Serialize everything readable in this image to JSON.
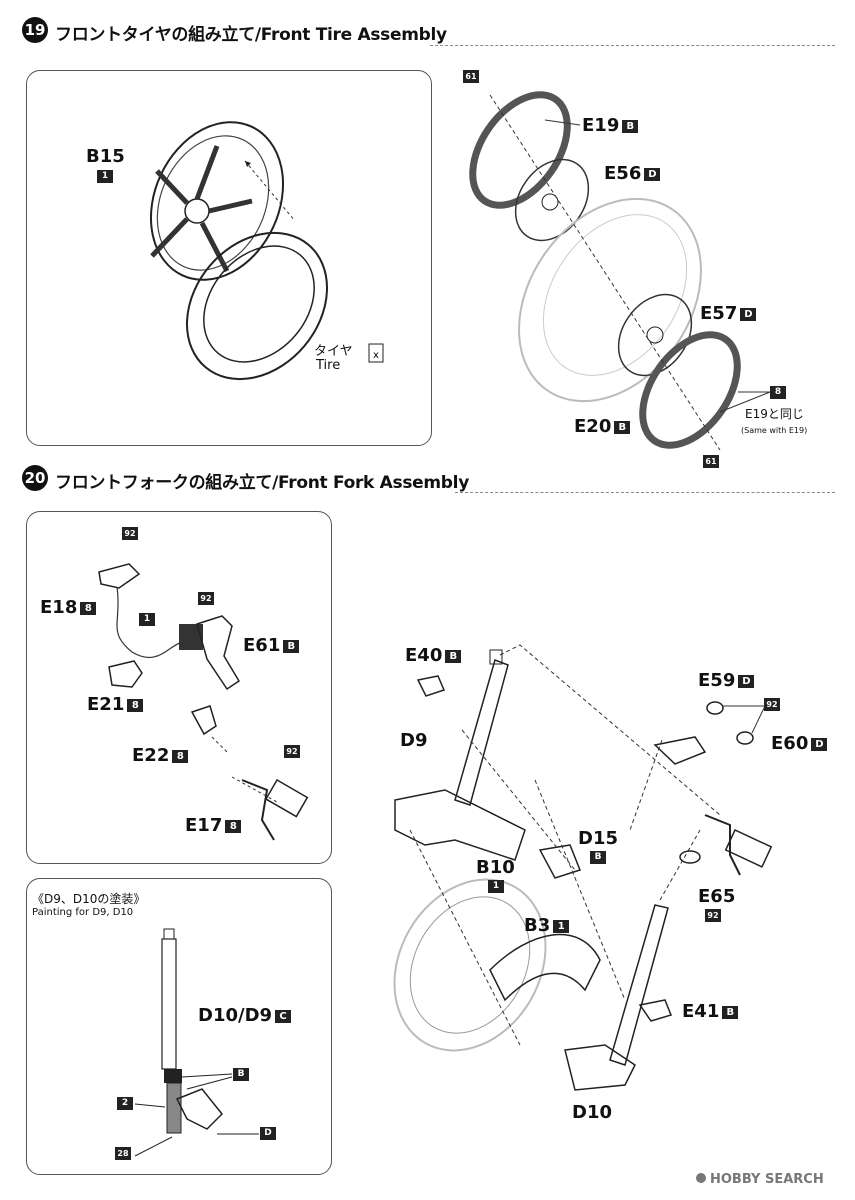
{
  "step19": {
    "number": "19",
    "title": "フロントタイヤの組み立て/Front Tire Assembly"
  },
  "step20": {
    "number": "20",
    "title": "フロントフォークの組み立て/Front Fork Assembly"
  },
  "tire_panel": {
    "b15": "B15",
    "b15_color": "1",
    "tire_jp": "タイヤ",
    "tire_en": "Tire"
  },
  "disc_area": {
    "c61_top": "61",
    "e19": "E19",
    "e19_color": "B",
    "e56": "E56",
    "e56_color": "D",
    "e57": "E57",
    "e57_color": "D",
    "e20": "E20",
    "e20_color": "B",
    "c8": "8",
    "same_jp": "E19と同じ",
    "same_en": "(Same with E19)",
    "c61_bottom": "61"
  },
  "controls_panel": {
    "c92_a": "92",
    "e18": "E18",
    "e18_color": "8",
    "c1": "1",
    "c92_b": "92",
    "e61": "E61",
    "e61_color": "B",
    "e21": "E21",
    "e21_color": "8",
    "e22": "E22",
    "e22_color": "8",
    "c92_c": "92",
    "e17": "E17",
    "e17_color": "8"
  },
  "painting_panel": {
    "title_jp": "《D9、D10の塗装》",
    "title_en": "Painting for D9, D10",
    "part": "D10/D9",
    "part_color": "C",
    "b": "B",
    "c2": "2",
    "c28": "28",
    "d": "D"
  },
  "fork_area": {
    "e40": "E40",
    "e40_color": "B",
    "d9": "D9",
    "e59": "E59",
    "e59_color": "D",
    "c92": "92",
    "e60": "E60",
    "e60_color": "D",
    "d15": "D15",
    "d15_color": "B",
    "b10": "B10",
    "b10_color": "1",
    "b3": "B3",
    "b3_color": "1",
    "e65": "E65",
    "e65_code": "92",
    "e41": "E41",
    "e41_color": "B",
    "d10": "D10"
  },
  "watermark": "HOBBY SEARCH"
}
